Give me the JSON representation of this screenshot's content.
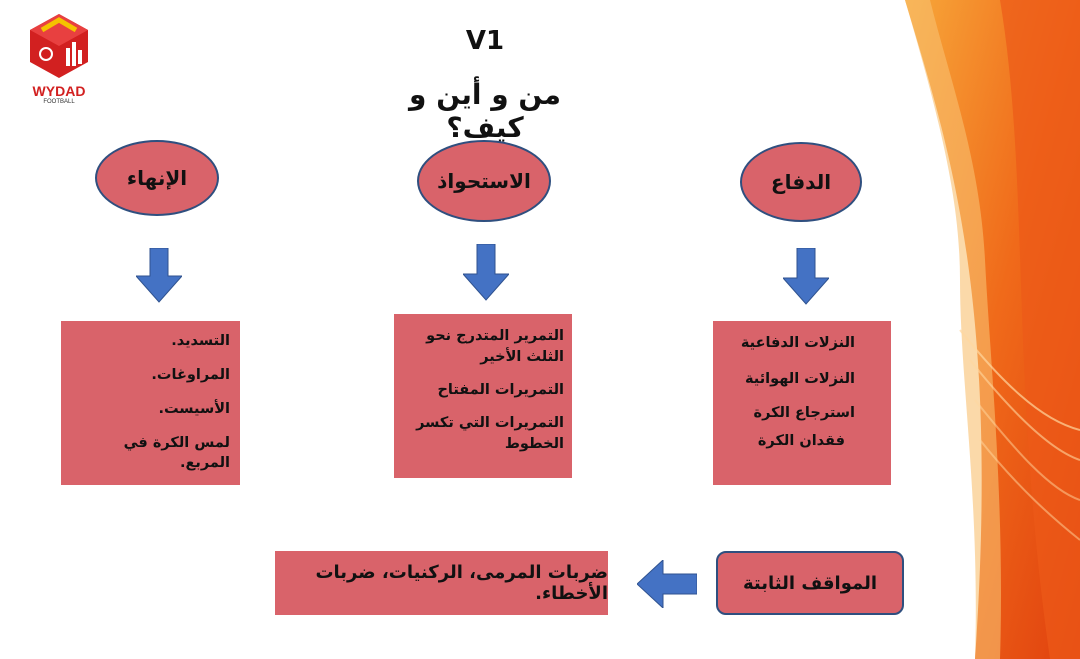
{
  "title": "V1",
  "subtitle": "من و أين و كيف؟",
  "logo": {
    "name": "WYDAD",
    "sub": "FOOTBALL"
  },
  "columns": [
    {
      "heading": "الإنهاء",
      "items": [
        "التسديد.",
        "المراوغات.",
        "الأسيست.",
        "لمس الكرة في المربع."
      ]
    },
    {
      "heading": "الاستحواذ",
      "items": [
        "التمرير المتدرج نحو الثلث الأخير",
        "التمريرات المفتاح",
        "التمريرات التي تكسر الخطوط"
      ]
    },
    {
      "heading": "الدفاع",
      "items": [
        "النزلات الدفاعية",
        "النزلات الهوائية",
        "استرجاع الكرة",
        "فقدان الكرة"
      ]
    }
  ],
  "set_pieces": {
    "label": "المواقف الثابتة",
    "details": "ضربات المرمى، الركنيات، ضربات الأخطاء."
  },
  "colors": {
    "box": "#d9636a",
    "arrow": "#4472c4",
    "border": "#2f4f7f"
  }
}
